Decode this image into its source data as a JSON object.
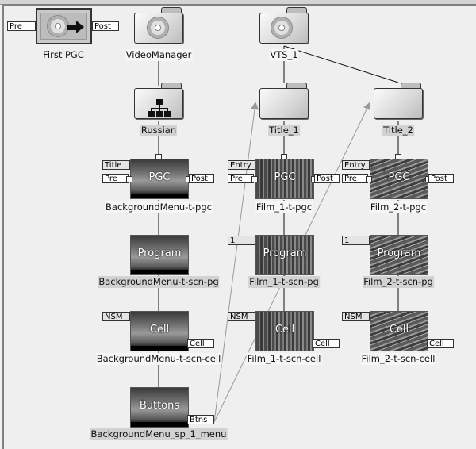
{
  "diagram": {
    "nodes": {
      "first_pgc": {
        "label": "First PGC",
        "ports": {
          "pre": "Pre",
          "post": "Post"
        }
      },
      "video_manager": {
        "label": "VideoManager"
      },
      "vts_1": {
        "label": "VTS_1"
      },
      "russian": {
        "label": "Russian"
      },
      "title_1": {
        "label": "Title_1"
      },
      "title_2": {
        "label": "Title_2"
      },
      "bg_pgc": {
        "label": "BackgroundMenu-t-pgc",
        "thumb_text": "PGC",
        "ports": {
          "title": "Title",
          "pre": "Pre",
          "post": "Post"
        }
      },
      "bg_pg": {
        "label": "BackgroundMenu-t-scn-pg",
        "thumb_text": "Program"
      },
      "bg_cell": {
        "label": "BackgroundMenu-t-scn-cell",
        "thumb_text": "Cell",
        "ports": {
          "nsm": "NSM",
          "cell": "Cell"
        }
      },
      "bg_menu": {
        "label": "BackgroundMenu_sp_1_menu",
        "thumb_text": "Buttons",
        "ports": {
          "btns": "Btns"
        }
      },
      "film1_pgc": {
        "label": "Film_1-t-pgc",
        "thumb_text": "PGC",
        "ports": {
          "entry": "Entry",
          "pre": "Pre",
          "post": "Post"
        }
      },
      "film1_pg": {
        "label": "Film_1-t-scn-pg",
        "thumb_text": "Program",
        "ports": {
          "num": "1"
        }
      },
      "film1_cell": {
        "label": "Film_1-t-scn-cell",
        "thumb_text": "Cell",
        "ports": {
          "nsm": "NSM",
          "cell": "Cell"
        }
      },
      "film2_pgc": {
        "label": "Film_2-t-pgc",
        "thumb_text": "PGC",
        "ports": {
          "entry": "Entry",
          "pre": "Pre",
          "post": "Post"
        }
      },
      "film2_pg": {
        "label": "Film_2-t-scn-pg",
        "thumb_text": "Program",
        "ports": {
          "num": "1"
        }
      },
      "film2_cell": {
        "label": "Film_2-t-scn-cell",
        "thumb_text": "Cell",
        "ports": {
          "nsm": "NSM",
          "cell": "Cell"
        }
      }
    }
  }
}
